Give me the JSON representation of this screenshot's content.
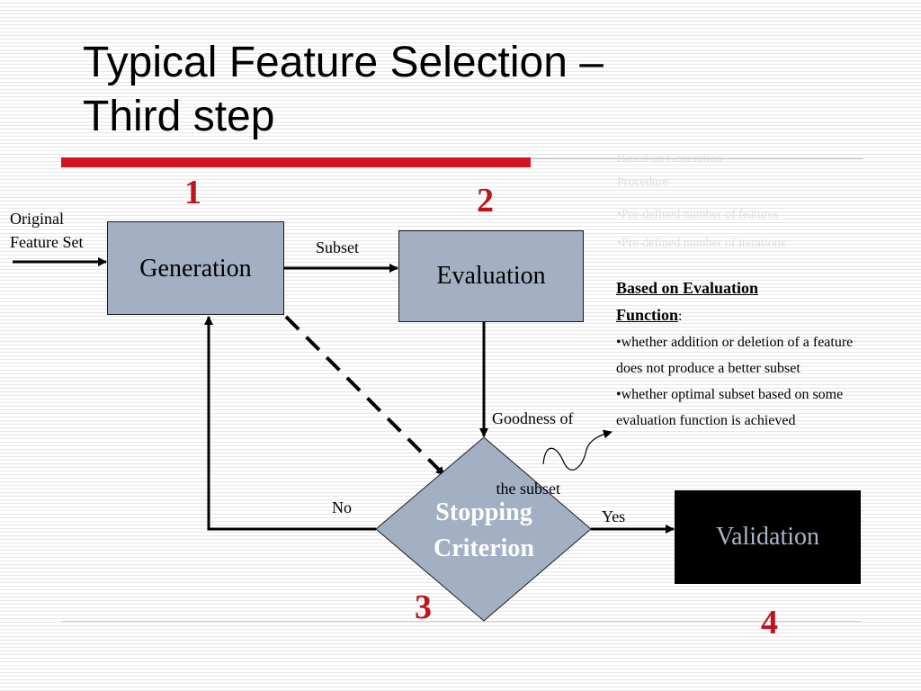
{
  "title": {
    "line1": "Typical Feature Selection –",
    "line2": "Third step"
  },
  "nodes": {
    "generation": "Generation",
    "evaluation": "Evaluation",
    "stopping_line1": "Stopping",
    "stopping_line2": "Criterion",
    "validation": "Validation"
  },
  "labels": {
    "original_line1": "Original",
    "original_line2": "Feature Set",
    "subset": "Subset",
    "goodness_line1": "Goodness of",
    "goodness_line2": " the subset",
    "no": "No",
    "yes": "Yes"
  },
  "step_numbers": [
    "1",
    "2",
    "3",
    "4"
  ],
  "ghost_notes": [
    "Based on Generation",
    "Procedure",
    "•Pre-defined number of features",
    "•Pre-defined number of iterations"
  ],
  "note": {
    "heading_line1": "Based on Evaluation",
    "heading_line2": "Function",
    "heading_suffix": ":",
    "bullets": [
      "•whether addition or deletion of a feature does not produce a better subset",
      "•whether optimal subset based on some evaluation function is achieved"
    ]
  },
  "colors": {
    "accent_red": "#d4141f",
    "node_fill": "#a3b0c4",
    "step_number": "#c0141d"
  }
}
